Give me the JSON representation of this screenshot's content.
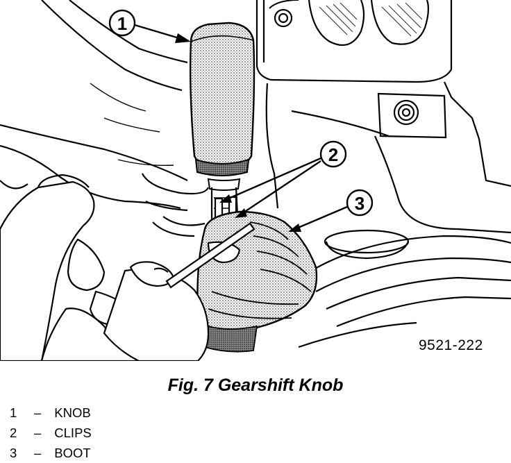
{
  "figure": {
    "id_code": "9521-222",
    "caption": "Fig. 7 Gearshift Knob"
  },
  "callouts": [
    {
      "number": "1",
      "part": "knob"
    },
    {
      "number": "2",
      "part": "clips"
    },
    {
      "number": "3",
      "part": "boot"
    }
  ],
  "legend": [
    {
      "number": "1",
      "dash": "–",
      "label": "KNOB"
    },
    {
      "number": "2",
      "dash": "–",
      "label": "CLIPS"
    },
    {
      "number": "3",
      "dash": "–",
      "label": "BOOT"
    }
  ]
}
